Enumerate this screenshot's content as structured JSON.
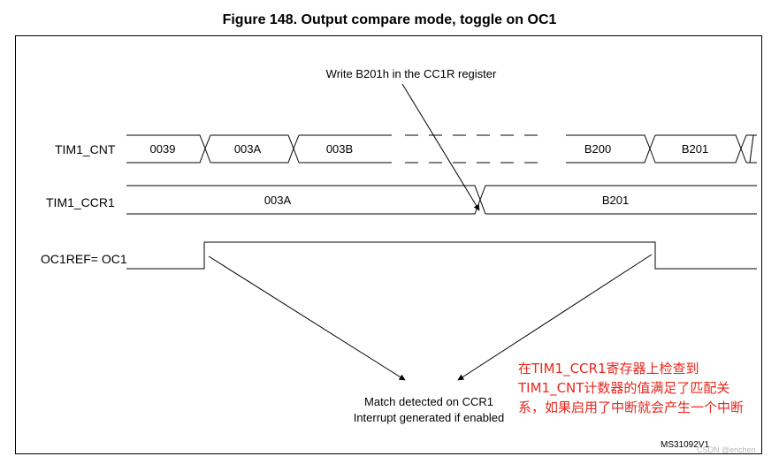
{
  "figure": {
    "title": "Figure 148. Output compare mode, toggle on OC1",
    "id_code": "MS31092V1",
    "watermark": "CSDN @enchen"
  },
  "signals": {
    "cnt": {
      "label": "TIM1_CNT",
      "values": [
        "0039",
        "003A",
        "003B",
        "B200",
        "B201"
      ]
    },
    "ccr": {
      "label": "TIM1_CCR1",
      "values": [
        "003A",
        "B201"
      ]
    },
    "oc": {
      "label": "OC1REF= OC1"
    }
  },
  "annotations": {
    "write_note": "Write B201h in the CC1R register",
    "match_line1": "Match detected on CCR1",
    "match_line2": "Interrupt generated if enabled"
  },
  "chinese_note": {
    "lines": [
      "在TIM1_CCR1寄存器上检查到",
      "TIM1_CNT计数器的值满足了匹配关",
      "系，如果启用了中断就会产生一个中断"
    ],
    "color": "#e8261d"
  }
}
